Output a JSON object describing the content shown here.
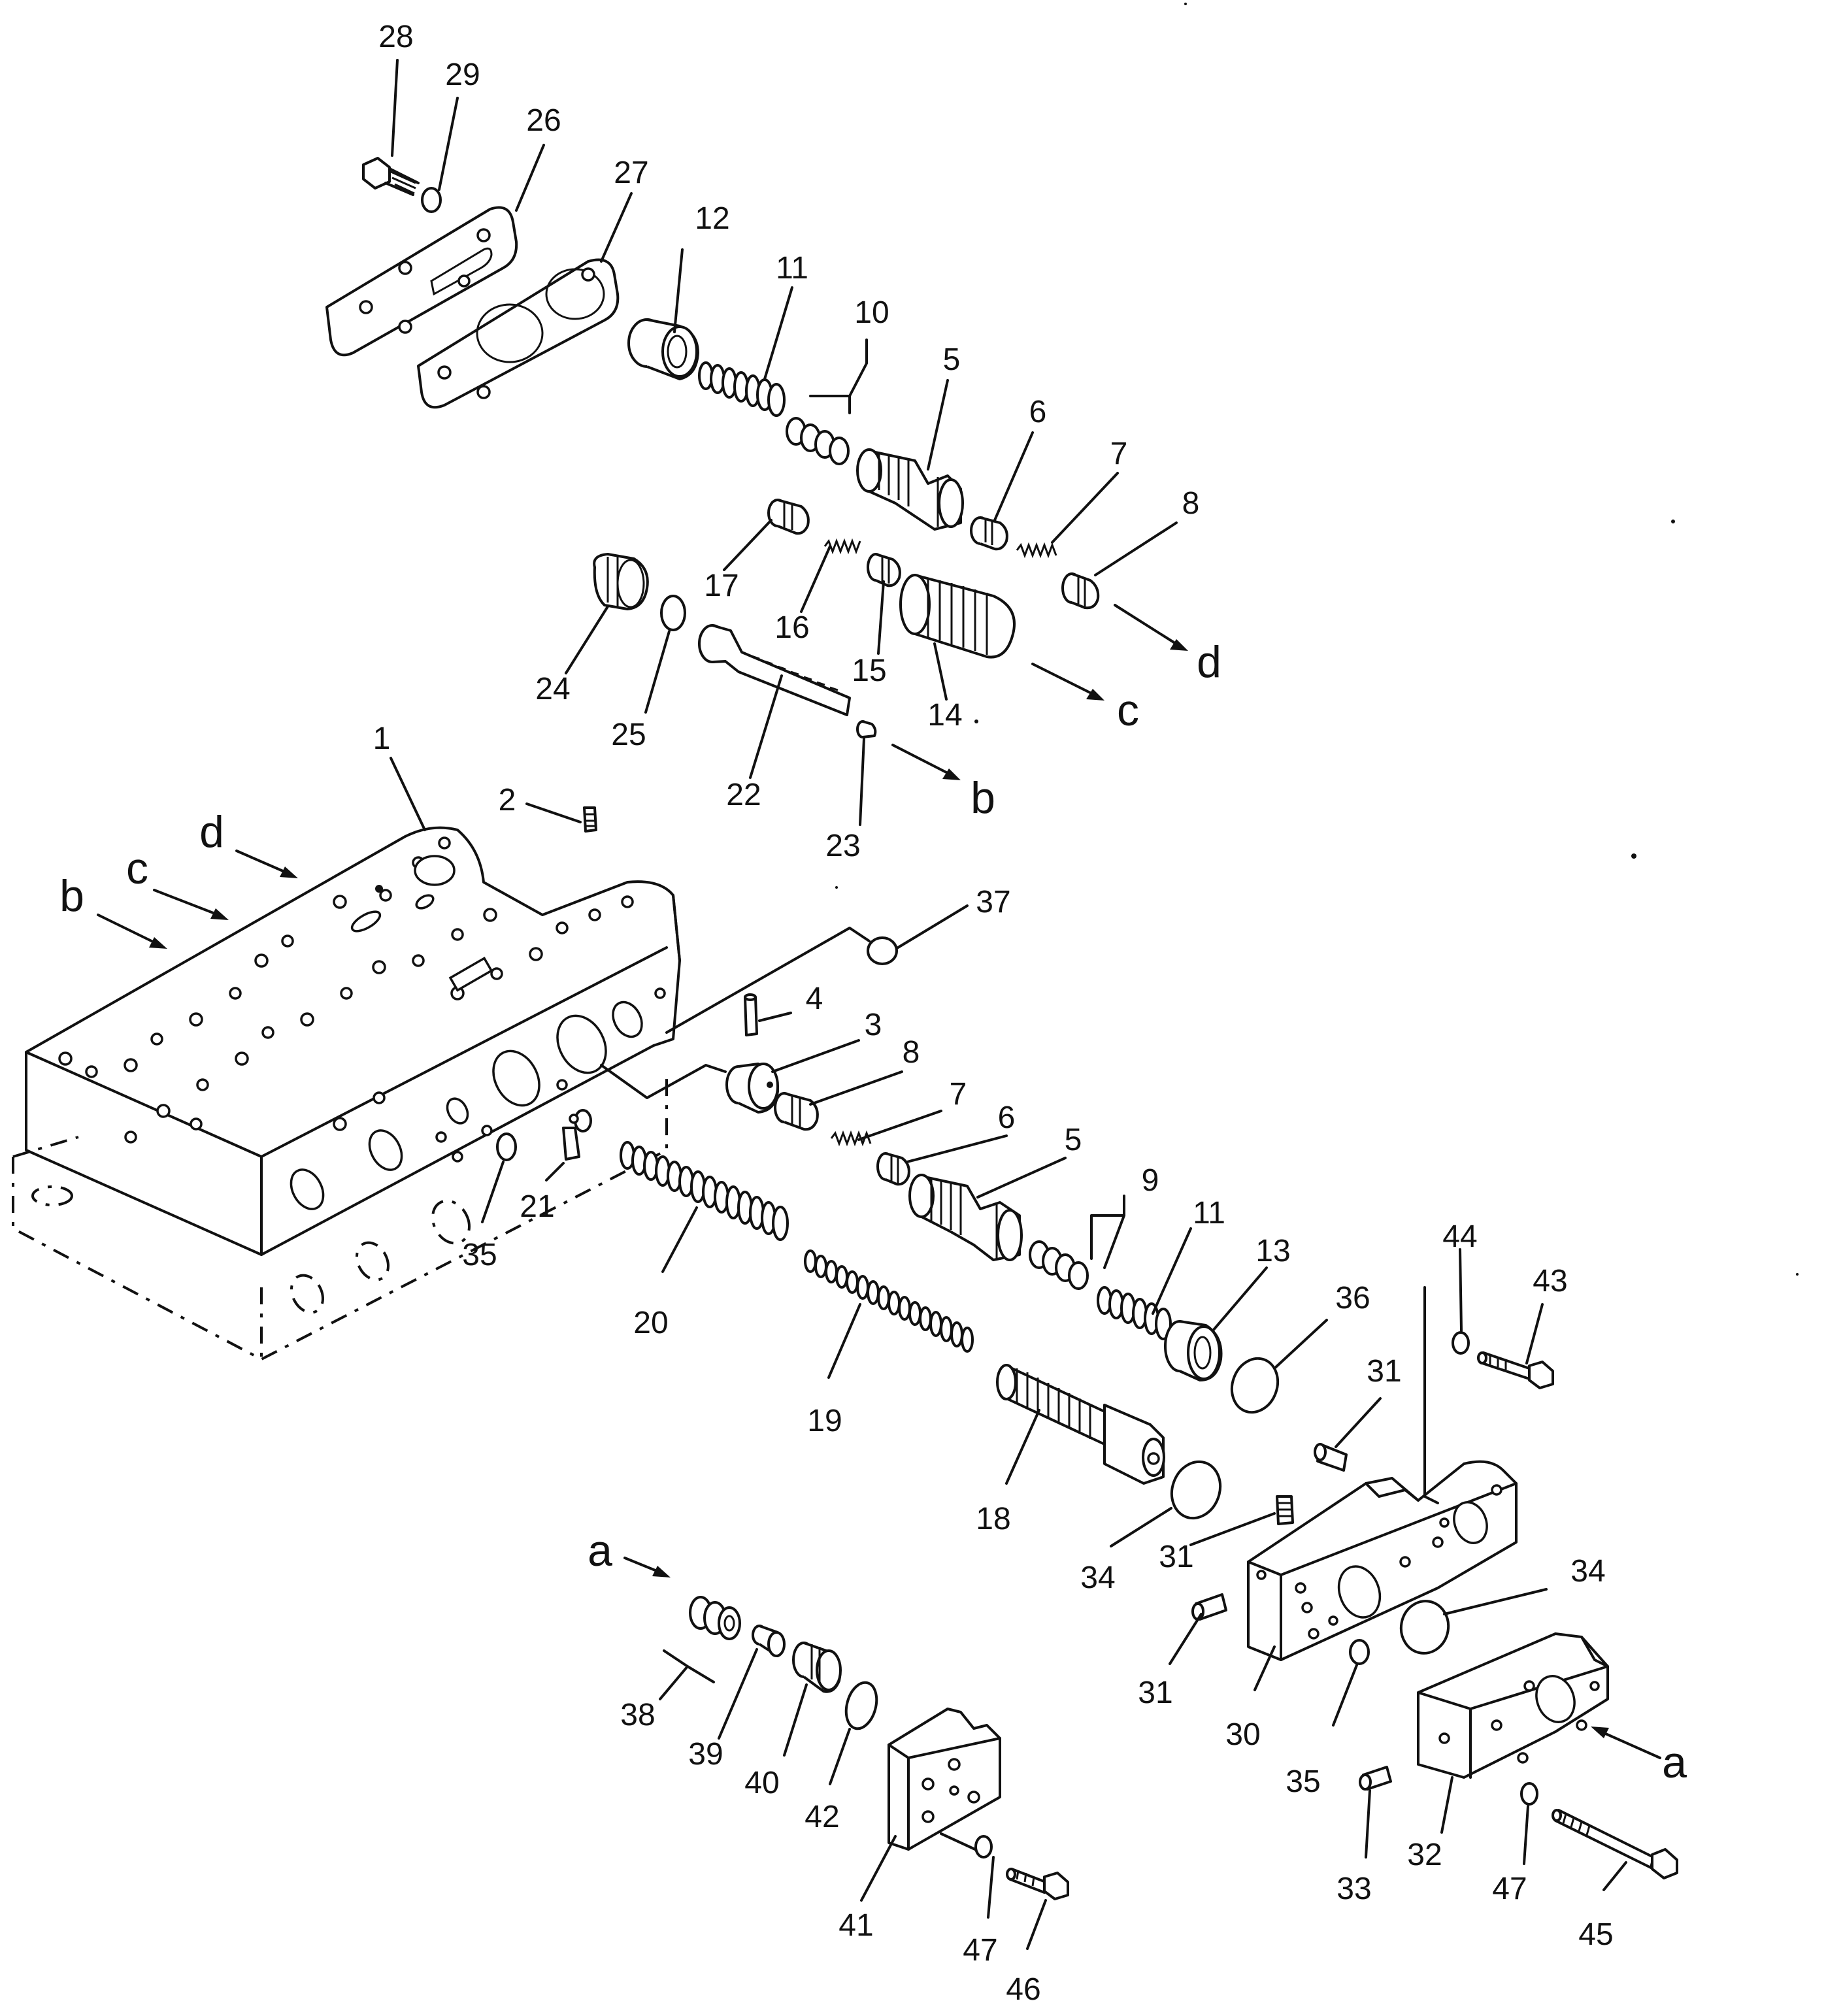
{
  "diagram": {
    "callouts": [
      "28",
      "29",
      "26",
      "27",
      "12",
      "11",
      "10",
      "5",
      "6",
      "7",
      "8",
      "17",
      "16",
      "15",
      "14",
      "24",
      "25",
      "22",
      "23",
      "1",
      "2",
      "37",
      "4",
      "3",
      "8",
      "7",
      "6",
      "5",
      "9",
      "11",
      "13",
      "36",
      "21",
      "35",
      "20",
      "19",
      "18",
      "34",
      "31",
      "44",
      "43",
      "31",
      "31",
      "34",
      "30",
      "35",
      "32",
      "33",
      "47",
      "45",
      "38",
      "39",
      "40",
      "42",
      "41",
      "47",
      "46"
    ],
    "flow_letters": [
      "d",
      "c",
      "b",
      "d",
      "c",
      "b",
      "a",
      "a"
    ]
  }
}
